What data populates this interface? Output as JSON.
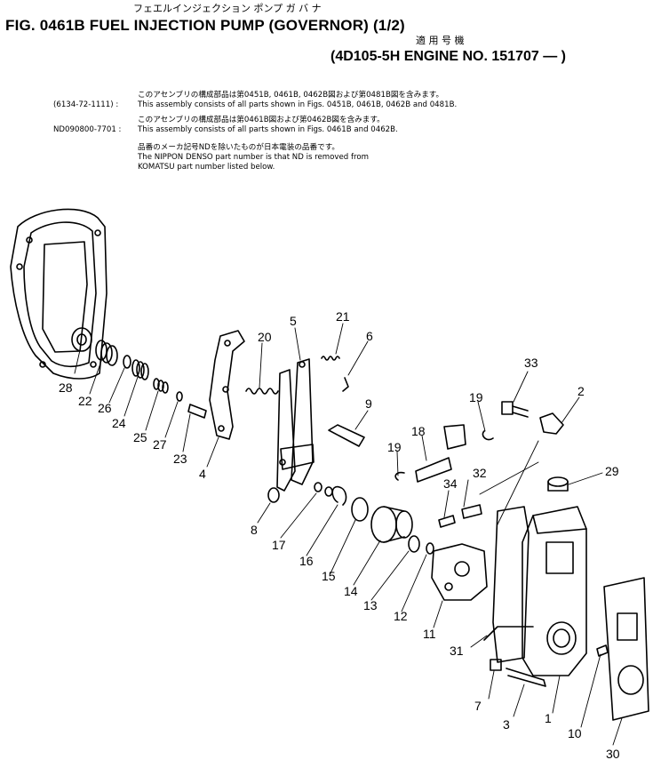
{
  "header": {
    "kana_title": "フェエルインジェクション ポンプ ガ バ ナ",
    "title": "FIG. 0461B  FUEL INJECTION PUMP (GOVERNOR)  (1/2)",
    "applicable_jp": "適 用 号 機",
    "engine": "(4D105-5H ENGINE NO. 151707 — )"
  },
  "notes": [
    {
      "code": "",
      "text": "このアセンブリの構成部品は第0451B, 0461B, 0462B図および第0481B図を含みます。"
    },
    {
      "code": "(6134-72-1111) :",
      "text": "This assembly consists of all parts shown in Figs. 0451B, 0461B, 0462B and 0481B."
    },
    {
      "code": "",
      "text": "このアセンブリの構成部品は第0461B図および第0462B図を含みます。"
    },
    {
      "code": "ND090800-7701 :",
      "text": "This assembly consists of all parts shown in Figs. 0461B and 0462B."
    },
    {
      "code": "",
      "text": "品番のメーカ記号NDを除いたものが日本電装の品番です。"
    },
    {
      "code": "",
      "text": "The NIPPON DENSO part number is that ND is removed from"
    },
    {
      "code": "",
      "text": "KOMATSU part number listed below."
    }
  ],
  "callouts": [
    "1",
    "2",
    "3",
    "4",
    "5",
    "6",
    "7",
    "8",
    "9",
    "10",
    "11",
    "12",
    "13",
    "14",
    "15",
    "16",
    "17",
    "18",
    "19",
    "19",
    "20",
    "21",
    "22",
    "23",
    "24",
    "25",
    "26",
    "27",
    "28",
    "29",
    "30",
    "31",
    "32",
    "33",
    "34"
  ]
}
